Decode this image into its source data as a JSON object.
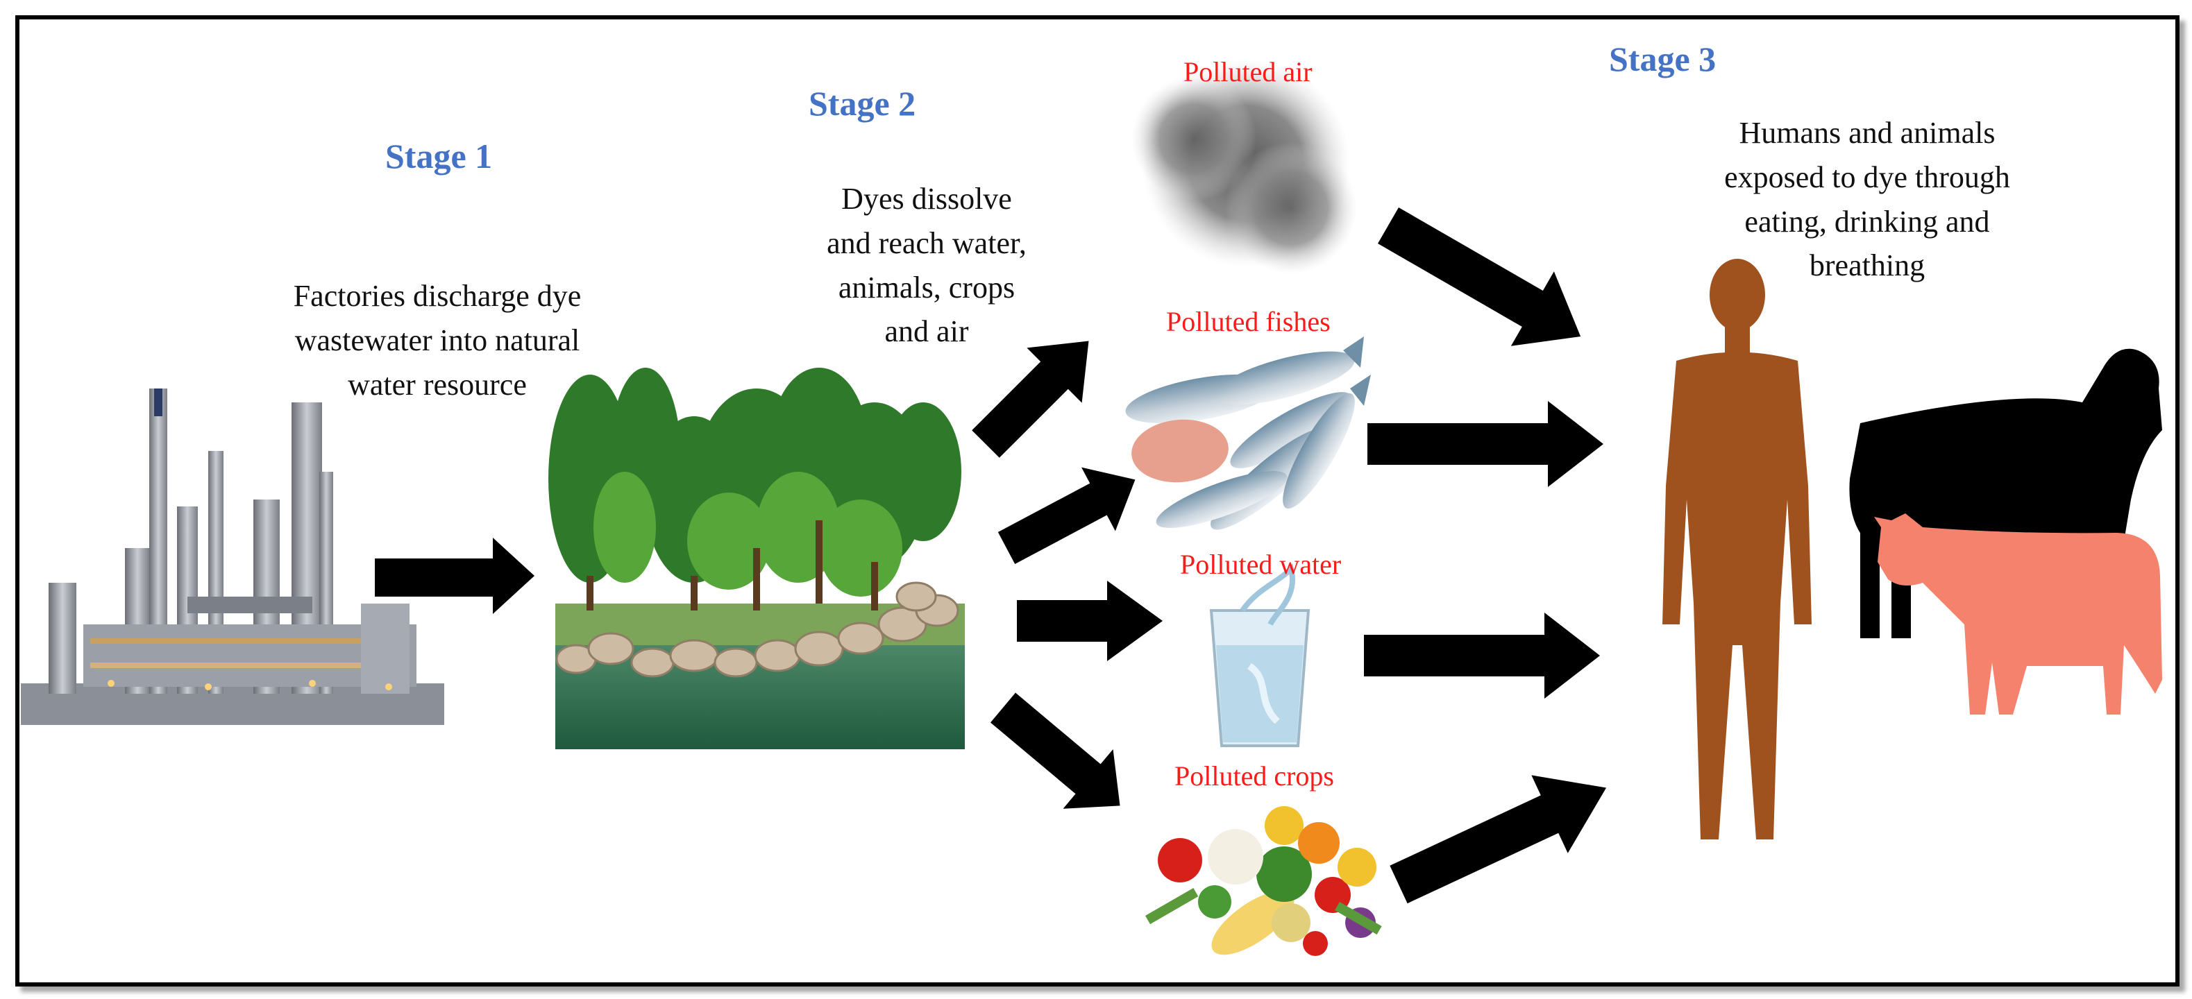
{
  "stages": [
    {
      "title": "Stage 1",
      "description": [
        "Factories discharge dye",
        "wastewater  into natural",
        "water resource"
      ]
    },
    {
      "title": "Stage 2",
      "description": [
        "Dyes dissolve",
        "and reach water,",
        "animals, crops",
        "and air"
      ]
    },
    {
      "title": "Stage 3",
      "description": [
        "Humans and animals",
        "exposed to dye through",
        "eating, drinking and",
        "breathing"
      ]
    }
  ],
  "pollutants": [
    {
      "label": "Polluted air",
      "icon": "smoke-cloud-icon"
    },
    {
      "label": "Polluted fishes",
      "icon": "fish-icon"
    },
    {
      "label": "Polluted water",
      "icon": "water-glass-icon"
    },
    {
      "label": "Polluted crops",
      "icon": "vegetables-icon"
    }
  ],
  "colors": {
    "stage_title": "#4472c4",
    "pollutant_label": "#ff1a1a",
    "arrow": "#000000",
    "human": "#a0521e",
    "cow_foreground": "#f4826c",
    "animal_background": "#000000"
  },
  "icons": [
    "factory-icon",
    "forest-pond-icon",
    "human-silhouette-icon",
    "sheep-silhouette-icon",
    "cow-silhouette-icon"
  ]
}
